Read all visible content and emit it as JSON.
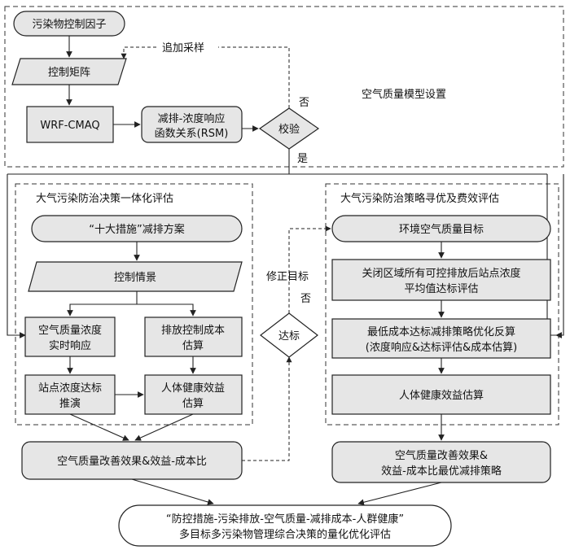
{
  "top": {
    "pollution_factors": "污染物控制因子",
    "extra_sampling": "追加采样",
    "control_matrix": "控制矩阵",
    "wrf_cmaq": "WRF-CMAQ",
    "rsm_line1": "减排-浓度响应",
    "rsm_line2": "函数关系(RSM)",
    "verify": "校验",
    "no": "否",
    "yes": "是",
    "section_title": "空气质量模型设置"
  },
  "left": {
    "section_title": "大气污染防治决策一体化评估",
    "ten_measures": "“十大措施”减排方案",
    "control_scenario": "控制情景",
    "aq_resp_line1": "空气质量浓度",
    "aq_resp_line2": "实时响应",
    "cost_line1": "排放控制成本",
    "cost_line2": "估算",
    "site_line1": "站点浓度达标",
    "site_line2": "推演",
    "health_line1": "人体健康效益",
    "health_line2": "估算",
    "improve_ratio": "空气质量改善效果&效益-成本比"
  },
  "middle": {
    "revise_target": "修正目标",
    "no": "否",
    "meets_standard": "达标"
  },
  "right": {
    "section_title": "大气污染防治策略寻优及费效评估",
    "env_target": "环境空气质量目标",
    "closure_line1": "关闭区域所有可控排放后站点浓度",
    "closure_line2": "平均值达标评估",
    "min_cost_line1": "最低成本达标减排策略优化反算",
    "min_cost_line2": "(浓度响应&达标评估&成本估算)",
    "health": "人体健康效益估算",
    "optimal_line1": "空气质量改善效果&",
    "optimal_line2": "效益-成本比最优减排策略"
  },
  "bottom": {
    "final_line1": "“防控措施-污染排放-空气质量-减排成本-人群健康”",
    "final_line2": "多目标多污染物管理综合决策的量化优化评估"
  }
}
